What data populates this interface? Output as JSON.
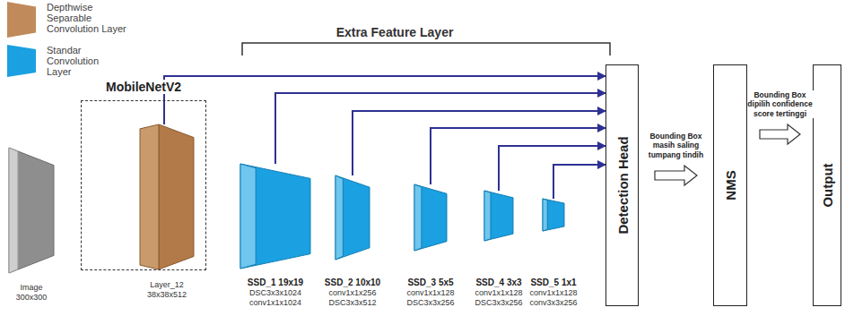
{
  "diagram": {
    "nodes": [
      {
        "text": [
          "Image 300x300"
        ]
      },
      {
        "text": [
          "MobileNetV2"
        ]
      },
      {
        "text": [
          "Layer_12 38x38x512"
        ],
        "in": 1
      },
      {
        "text": [
          "SSD_1 19x19",
          "DSC3x3x1024 conv1x1x1024"
        ]
      },
      {
        "text": [
          "SSD_2 10x10",
          "conv1x1x256 DSC3x3x512"
        ]
      },
      {
        "text": [
          "SSD_3 5x5",
          "conv1x1x128 DSC3x3x256"
        ]
      },
      {
        "text": [
          "SSD_4 3x3",
          "conv1x1x128 DSC3x3x256"
        ]
      },
      {
        "text": [
          "SSD_5 1x1",
          "conv1x1x128 conv3x3x256"
        ]
      },
      {
        "text": [
          "Detection Head"
        ]
      },
      {
        "text": [
          "NMS"
        ]
      },
      {
        "text": [
          "Output"
        ]
      }
    ],
    "edges": [
      {
        "from": 2,
        "to": 8,
        "arrow": "to"
      },
      {
        "from": 3,
        "to": 8,
        "arrow": "to"
      },
      {
        "from": 4,
        "to": 8,
        "arrow": "to"
      },
      {
        "from": 5,
        "to": 8,
        "arrow": "to"
      },
      {
        "from": 6,
        "to": 8,
        "arrow": "to"
      },
      {
        "from": 7,
        "to": 8,
        "arrow": "to"
      },
      {
        "from": 8,
        "to": 9,
        "arrow": "to",
        "label": "Bounding Box masih saling tumpang tindih"
      },
      {
        "from": 9,
        "to": 10,
        "arrow": "to",
        "label": "Bounding Box dipilih confidence score tertinggi"
      }
    ],
    "labels": [
      "Extra Feature Layer"
    ],
    "legend": [
      {
        "text": "Depthwise Separable Convolution Layer",
        "color": "#c08a5b"
      },
      {
        "text": "Standar Convolution Layer",
        "color": "#1ba0e1"
      }
    ]
  }
}
